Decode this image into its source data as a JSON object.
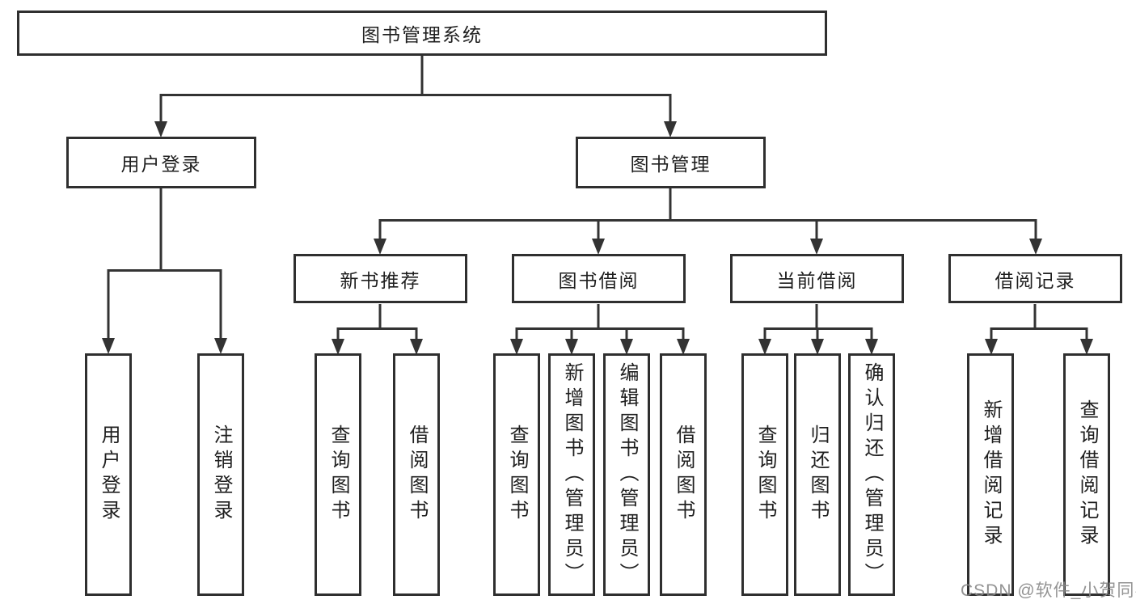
{
  "tree": {
    "root": {
      "label": "图书管理系统"
    },
    "branches": [
      {
        "label": "用户登录",
        "children": [
          {
            "label": "用户登录"
          },
          {
            "label": "注销登录"
          }
        ]
      },
      {
        "label": "图书管理",
        "children": [
          {
            "label": "新书推荐",
            "children": [
              {
                "label": "查询图书"
              },
              {
                "label": "借阅图书"
              }
            ]
          },
          {
            "label": "图书借阅",
            "children": [
              {
                "label": "查询图书"
              },
              {
                "label": "新增图书（管理员）"
              },
              {
                "label": "编辑图书（管理员）"
              },
              {
                "label": "借阅图书"
              }
            ]
          },
          {
            "label": "当前借阅",
            "children": [
              {
                "label": "查询图书"
              },
              {
                "label": "归还图书"
              },
              {
                "label": "确认归还（管理员）"
              }
            ]
          },
          {
            "label": "借阅记录",
            "children": [
              {
                "label": "新增借阅记录"
              },
              {
                "label": "查询借阅记录"
              }
            ]
          }
        ]
      }
    ]
  },
  "watermark": "CSDN @软件_小贺同学",
  "colors": {
    "line": "#333333",
    "border": "#2f2f2f",
    "text": "#1f1f1f",
    "watermark": "#8a8a8a",
    "background": "#ffffff"
  }
}
